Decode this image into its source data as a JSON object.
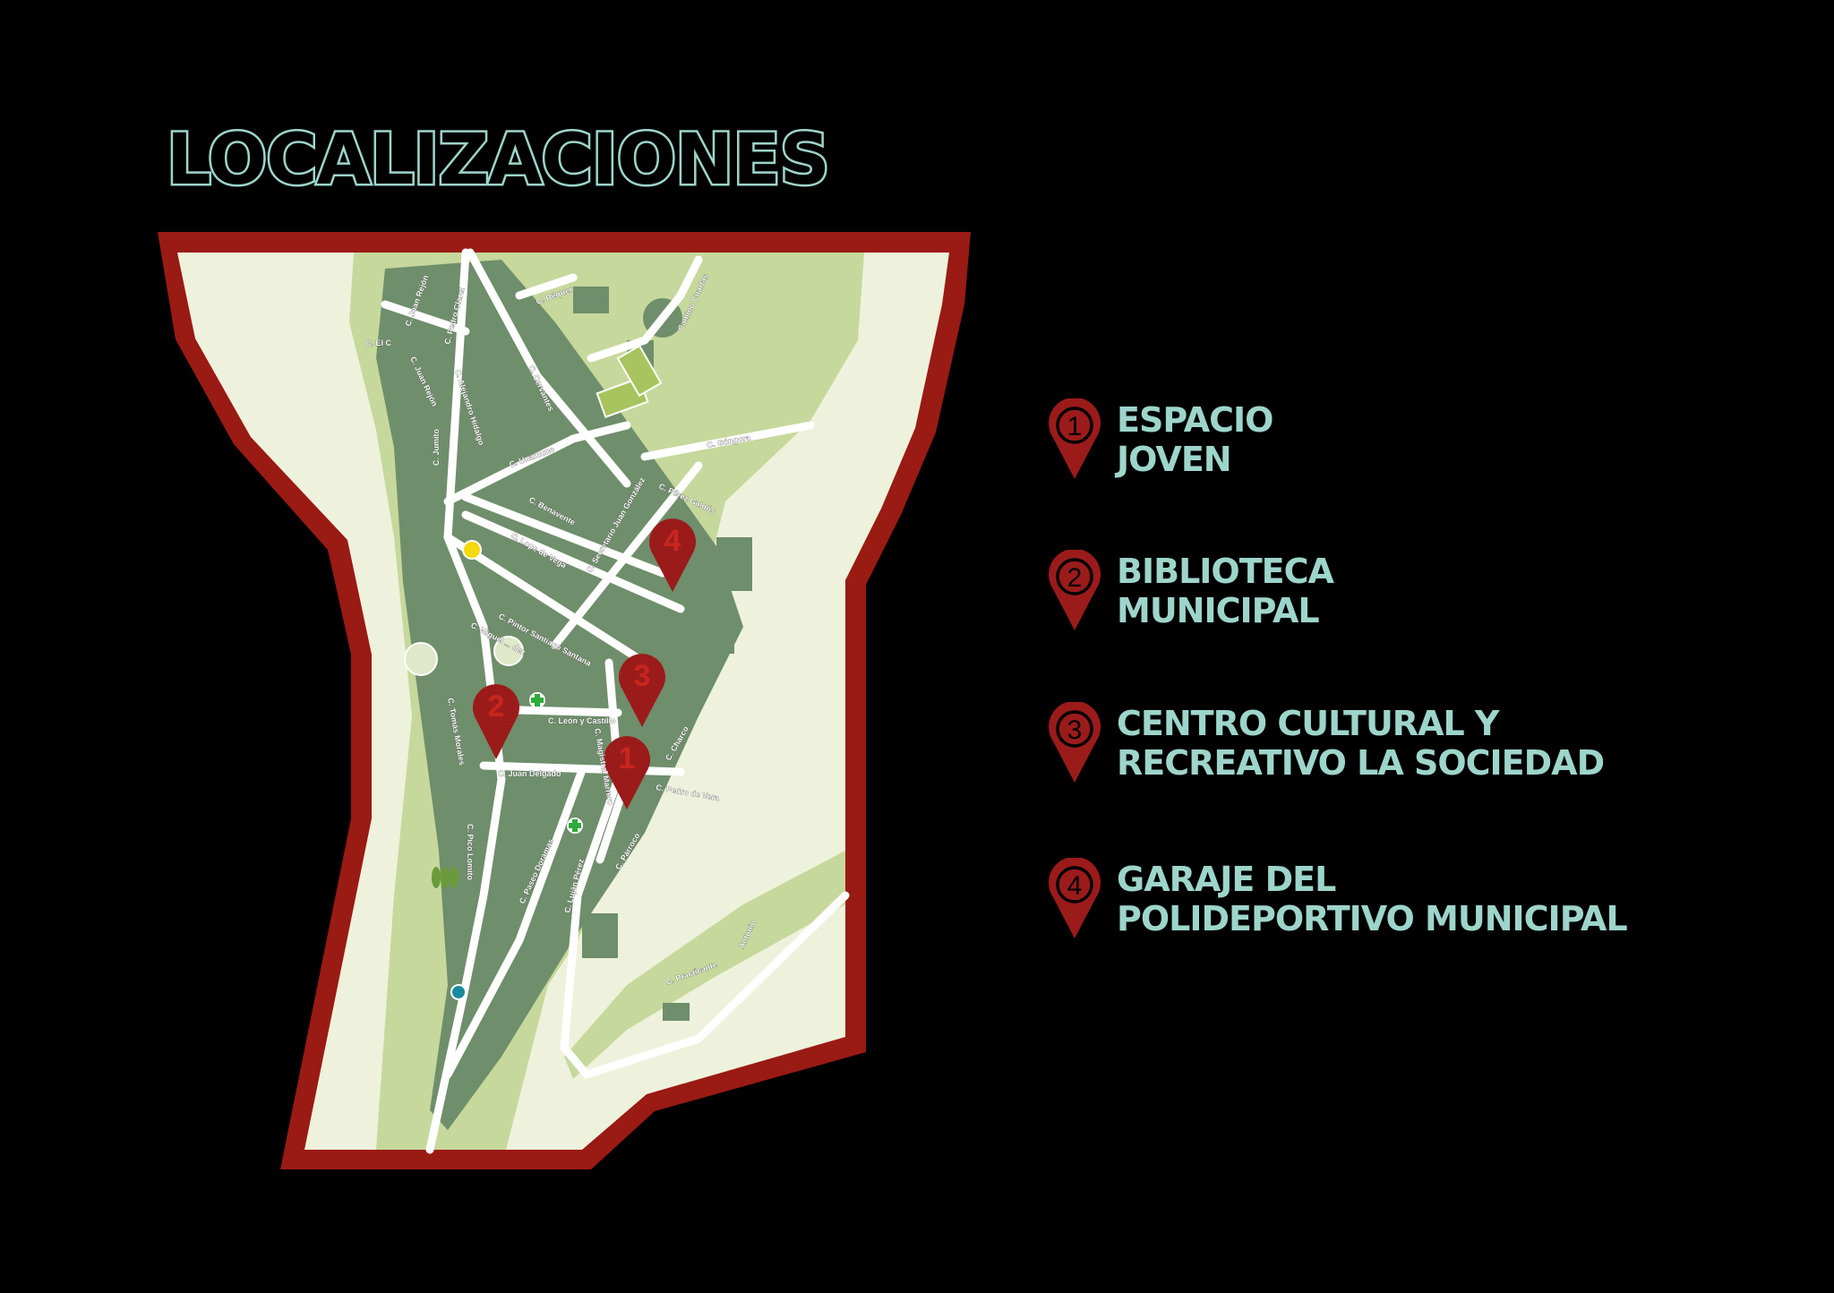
{
  "title": "LOCALIZACIONES",
  "colors": {
    "background": "#000000",
    "frame": "#9a1a14",
    "title": "#9dd5cb",
    "pin": "#9b1b1b",
    "land_pale": "#eef2dc",
    "land_green": "#c6d89c",
    "buildings": "#6f8e6b",
    "roads": "#ffffff"
  },
  "legend": [
    {
      "number": "1",
      "line1": "ESPACIO",
      "line2": "JOVEN"
    },
    {
      "number": "2",
      "line1": "BIBLIOTECA",
      "line2": "MUNICIPAL"
    },
    {
      "number": "3",
      "line1": "CENTRO CULTURAL Y",
      "line2": "RECREATIVO LA SOCIEDAD"
    },
    {
      "number": "4",
      "line1": "GARAJE DEL",
      "line2": "POLIDEPORTIVO MUNICIPAL"
    }
  ],
  "map_pins": [
    {
      "number": "1",
      "icon": "map-pin-icon"
    },
    {
      "number": "2",
      "icon": "map-pin-icon"
    },
    {
      "number": "3",
      "icon": "map-pin-icon"
    },
    {
      "number": "4",
      "icon": "map-pin-icon"
    }
  ],
  "streets": [
    "C. Béquer",
    "C. Juan Rejón",
    "C. Pedro Claret",
    "C. El C",
    "C. Juan Rejón",
    "C. Alejandro Hidalgo",
    "C. Cervantes",
    "Camino Cuartas",
    "C. Góngora",
    "C. Unamuno",
    "C. Jumito",
    "C. Benavente",
    "C. Lope de Vega",
    "C. Secretario Juan González",
    "C. Pérez Galdós",
    "C. Pintor Santiago Santana",
    "C. Miguel ... dez",
    "C. León y Castillo",
    "C. Magistral Marrero",
    "C. Tomás Morales",
    "C. Juan Delgado",
    "C. Charco",
    "C. Pedro de Vera",
    "C. Párroco",
    "C. Pico Lomito",
    "C. Paseo Doramas",
    "C. Luján Pérez",
    "C. Practicante",
    "Antonio"
  ],
  "map_icons": [
    "post-office-icon",
    "pharmacy-icon",
    "pharmacy-icon",
    "church-icon",
    "town-hall-icon",
    "bus-stop-icon",
    "tree-icon",
    "football-field-icon"
  ]
}
